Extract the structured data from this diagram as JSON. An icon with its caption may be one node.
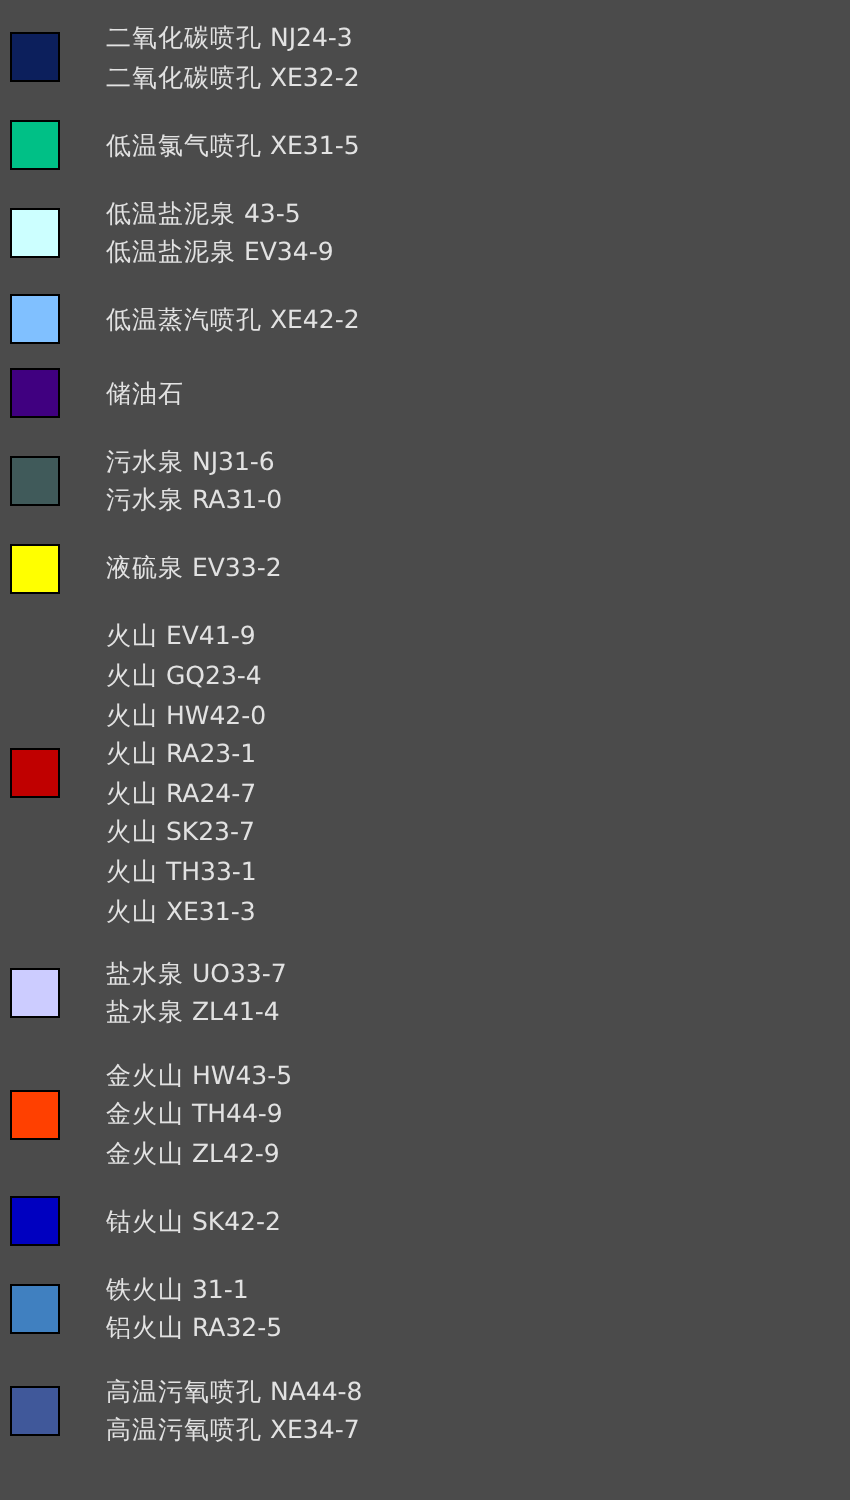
{
  "diagram": {
    "legend": [
      {
        "text": "二氧化碳喷孔 NJ24-3 二氧化碳喷孔 XE32-2",
        "color": "#0c1f5c"
      },
      {
        "text": "低温氯气喷孔 XE31-5",
        "color": "#00c086"
      },
      {
        "text": "低温盐泥泉 43-5 低温盐泥泉 EV34-9",
        "color": "#ccffff"
      },
      {
        "text": "低温蒸汽喷孔 XE42-2",
        "color": "#80c0ff"
      },
      {
        "text": "储油石",
        "color": "#400080"
      },
      {
        "text": "污水泉 NJ31-6 污水泉 RA31-0",
        "color": "#405a5a"
      },
      {
        "text": "液硫泉 EV33-2",
        "color": "#ffff00"
      },
      {
        "text": "火山 EV41-9 火山 GQ23-4 火山 HW42-0 火山 RA23-1 火山 RA24-7 火山 SK23-7 火山 TH33-1 火山 XE31-3",
        "color": "#c00000"
      },
      {
        "text": "盐水泉 UO33-7 盐水泉 ZL41-4",
        "color": "#ccccff"
      },
      {
        "text": "金火山 HW43-5 金火山 TH44-9 金火山 ZL42-9",
        "color": "#ff4000"
      },
      {
        "text": "钴火山 SK42-2",
        "color": "#0000c0"
      },
      {
        "text": "铁火山 31-1 铝火山 RA32-5",
        "color": "#4080c0"
      },
      {
        "text": "高温污氧喷孔 NA44-8 高温污氧喷孔 XE34-7",
        "color": "#40589a"
      }
    ]
  }
}
